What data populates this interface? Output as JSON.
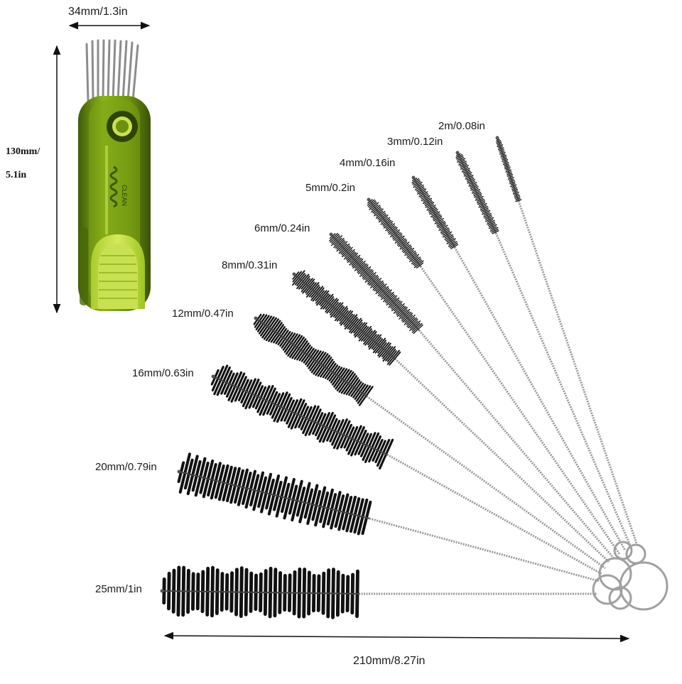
{
  "product": {
    "tool_width": "34mm/1.3in",
    "tool_height_line1": "130mm/",
    "tool_height_line2": "5.1in",
    "total_length": "210mm/8.27in",
    "tool_color": "#8fb31c",
    "tool_dark_color": "#4d6b0c",
    "bristle_color": "#111111",
    "wire_color": "#9a9a9a"
  },
  "brushes": [
    {
      "size": "2m/0.08in"
    },
    {
      "size": "3mm/0.12in"
    },
    {
      "size": "4mm/0.16in"
    },
    {
      "size": "5mm/0.2in"
    },
    {
      "size": "6mm/0.24in"
    },
    {
      "size": "8mm/0.31in"
    },
    {
      "size": "12mm/0.47in"
    },
    {
      "size": "16mm/0.63in"
    },
    {
      "size": "20mm/0.79in"
    },
    {
      "size": "25mm/1in"
    }
  ]
}
